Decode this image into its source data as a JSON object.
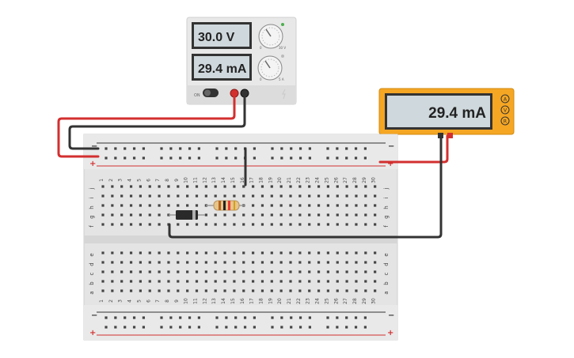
{
  "power_supply": {
    "voltage_display": "30.0 V",
    "current_display": "29.4 mA",
    "on_label": "ON",
    "knob_labels": [
      "0",
      "30 V",
      "0",
      "5 A"
    ]
  },
  "multimeter": {
    "display": "29.4 mA",
    "modes": [
      "A",
      "V",
      "R"
    ],
    "active_mode": "A"
  },
  "breadboard": {
    "columns": [
      "1",
      "2",
      "3",
      "4",
      "5",
      "6",
      "7",
      "8",
      "9",
      "10",
      "11",
      "12",
      "13",
      "14",
      "15",
      "16",
      "17",
      "18",
      "19",
      "20",
      "21",
      "22",
      "23",
      "24",
      "25",
      "26",
      "27",
      "28",
      "29",
      "30"
    ],
    "upper_rows": [
      "j",
      "i",
      "h",
      "g",
      "f"
    ],
    "lower_rows": [
      "e",
      "d",
      "c",
      "b",
      "a"
    ],
    "rail_minus": "−",
    "rail_plus": "+"
  },
  "colors": {
    "wire_red": "#d32f2f",
    "wire_black": "#333333",
    "meter_body": "#f5a623",
    "lcd": "#cfd8dc",
    "supply_body": "#e6e6e6"
  }
}
